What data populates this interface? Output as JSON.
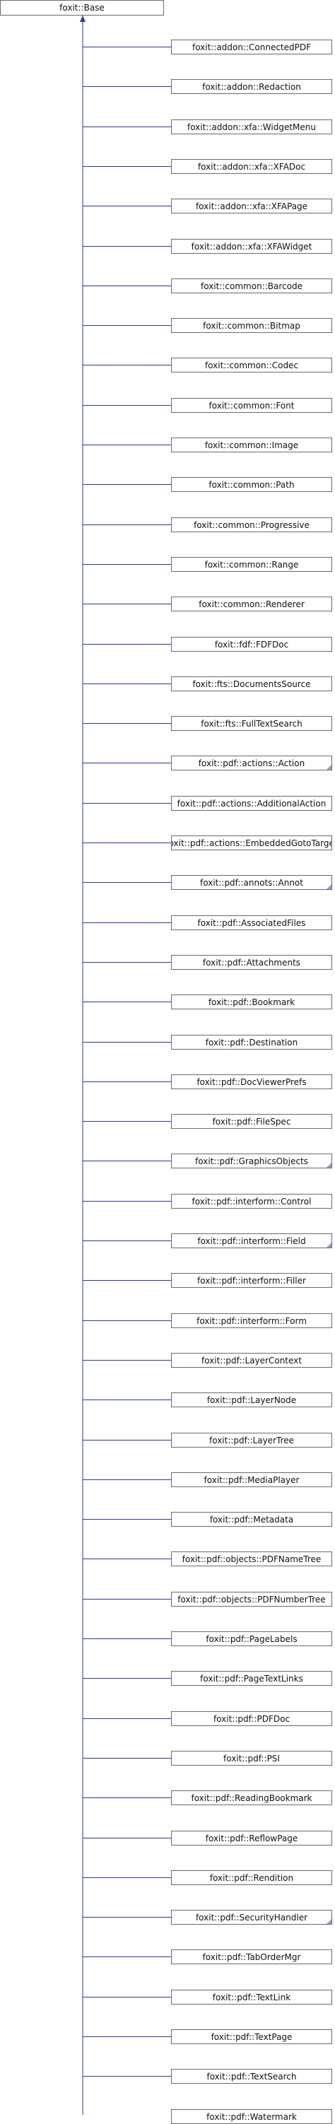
{
  "base": {
    "label": "foxit::Base"
  },
  "colors": {
    "connector": "#2b3a8f",
    "border": "#6a6a6a",
    "corner": "#8aa0c8"
  },
  "classes": [
    {
      "label": "foxit::addon::ConnectedPDF",
      "more": false
    },
    {
      "label": "foxit::addon::Redaction",
      "more": false
    },
    {
      "label": "foxit::addon::xfa::WidgetMenu",
      "more": false
    },
    {
      "label": "foxit::addon::xfa::XFADoc",
      "more": false
    },
    {
      "label": "foxit::addon::xfa::XFAPage",
      "more": false
    },
    {
      "label": "foxit::addon::xfa::XFAWidget",
      "more": false
    },
    {
      "label": "foxit::common::Barcode",
      "more": false
    },
    {
      "label": "foxit::common::Bitmap",
      "more": false
    },
    {
      "label": "foxit::common::Codec",
      "more": false
    },
    {
      "label": "foxit::common::Font",
      "more": false
    },
    {
      "label": "foxit::common::Image",
      "more": false
    },
    {
      "label": "foxit::common::Path",
      "more": false
    },
    {
      "label": "foxit::common::Progressive",
      "more": false
    },
    {
      "label": "foxit::common::Range",
      "more": false
    },
    {
      "label": "foxit::common::Renderer",
      "more": false
    },
    {
      "label": "foxit::fdf::FDFDoc",
      "more": false
    },
    {
      "label": "foxit::fts::DocumentsSource",
      "more": false
    },
    {
      "label": "foxit::fts::FullTextSearch",
      "more": false
    },
    {
      "label": "foxit::pdf::actions::Action",
      "more": true
    },
    {
      "label": "foxit::pdf::actions::AdditionalAction",
      "more": false
    },
    {
      "label": "foxit::pdf::actions::EmbeddedGotoTarget",
      "more": false
    },
    {
      "label": "foxit::pdf::annots::Annot",
      "more": true
    },
    {
      "label": "foxit::pdf::AssociatedFiles",
      "more": false
    },
    {
      "label": "foxit::pdf::Attachments",
      "more": false
    },
    {
      "label": "foxit::pdf::Bookmark",
      "more": false
    },
    {
      "label": "foxit::pdf::Destination",
      "more": false
    },
    {
      "label": "foxit::pdf::DocViewerPrefs",
      "more": false
    },
    {
      "label": "foxit::pdf::FileSpec",
      "more": false
    },
    {
      "label": "foxit::pdf::GraphicsObjects",
      "more": true
    },
    {
      "label": "foxit::pdf::interform::Control",
      "more": false
    },
    {
      "label": "foxit::pdf::interform::Field",
      "more": true
    },
    {
      "label": "foxit::pdf::interform::Filler",
      "more": false
    },
    {
      "label": "foxit::pdf::interform::Form",
      "more": false
    },
    {
      "label": "foxit::pdf::LayerContext",
      "more": false
    },
    {
      "label": "foxit::pdf::LayerNode",
      "more": false
    },
    {
      "label": "foxit::pdf::LayerTree",
      "more": false
    },
    {
      "label": "foxit::pdf::MediaPlayer",
      "more": false
    },
    {
      "label": "foxit::pdf::Metadata",
      "more": false
    },
    {
      "label": "foxit::pdf::objects::PDFNameTree",
      "more": false
    },
    {
      "label": "foxit::pdf::objects::PDFNumberTree",
      "more": false
    },
    {
      "label": "foxit::pdf::PageLabels",
      "more": false
    },
    {
      "label": "foxit::pdf::PageTextLinks",
      "more": false
    },
    {
      "label": "foxit::pdf::PDFDoc",
      "more": false
    },
    {
      "label": "foxit::pdf::PSI",
      "more": false
    },
    {
      "label": "foxit::pdf::ReadingBookmark",
      "more": false
    },
    {
      "label": "foxit::pdf::ReflowPage",
      "more": false
    },
    {
      "label": "foxit::pdf::Rendition",
      "more": false
    },
    {
      "label": "foxit::pdf::SecurityHandler",
      "more": true
    },
    {
      "label": "foxit::pdf::TabOrderMgr",
      "more": false
    },
    {
      "label": "foxit::pdf::TextLink",
      "more": false
    },
    {
      "label": "foxit::pdf::TextPage",
      "more": false
    },
    {
      "label": "foxit::pdf::TextSearch",
      "more": false
    },
    {
      "label": "foxit::pdf::Watermark",
      "more": false
    }
  ]
}
